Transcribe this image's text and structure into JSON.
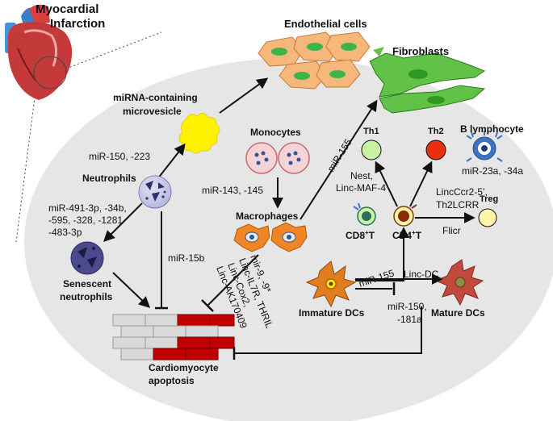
{
  "labels": {
    "title_line1": "Myocardial",
    "title_line2": "Infarction",
    "endothelial": "Endothelial cells",
    "fibroblasts": "Fibroblasts",
    "microvesicle_line1": "miRNA-containing",
    "microvesicle_line2": "microvesicle",
    "mir150_223": "miR-150, -223",
    "monocytes": "Monocytes",
    "mir143_145": "miR-143, -145",
    "mir155_top": "miR-155",
    "th1": "Th1",
    "th2": "Th2",
    "b_lymphocyte": "B lymphocyte",
    "mir23a_34a": "miR-23a, -34a",
    "neutrophils": "Neutrophils",
    "mir491_line1": "miR-491-3p, -34b,",
    "mir491_line2": "-595, -328, -1281",
    "mir491_line3": "-483-3p",
    "macrophages": "Macrophages",
    "nest_line1": "Nest,",
    "nest_line2": "Linc-MAF-4",
    "lincccr2_line1": "LincCcr2-5’,",
    "lincccr2_line2": "Th2LCRR",
    "treg": "Treg",
    "cd8_main": "CD8",
    "cd8_sup": "+",
    "cd8_end": "T",
    "cd4_main": "CD4",
    "cd4_sup": "+",
    "cd4_end": "T",
    "flicr": "Flicr",
    "mir15b": "miR-15b",
    "senescent_line1": "Senescent",
    "senescent_line2": "neutrophils",
    "rot_line1": "mir-9, -9*",
    "rot_line2": "Linc-IL7R, THRIL",
    "rot_line3": "Linc-Cox2,",
    "rot_line4": "Linc-AK170409",
    "mir155_dc": "miR-155",
    "linc_dc": "Linc-DC",
    "immature_dcs": "Immature DCs",
    "mature_dcs": "Mature DCs",
    "mir150_181a_line1": "miR-150,",
    "mir150_181a_line2": "-181a",
    "cardio_line1": "Cardiomyocyte",
    "cardio_line2": "apoptosis"
  },
  "colors": {
    "ellipse": "#e6e6e6",
    "endothelial_fill": "#f6b77a",
    "endothelial_nucleus": "#3bb54a",
    "fibroblast_fill": "#62c247",
    "microvesicle": "#fff200",
    "monocyte_fill": "#f6d3d6",
    "monocyte_nucleus": "#2e5597",
    "neutrophil_fill": "#b4b7dd",
    "neutrophil_dots": "#2f2d6e",
    "senescent_fill": "#4a4a8c",
    "macrophage_fill": "#f08524",
    "th1_fill": "#c9f2a2",
    "th2_fill": "#e8300f",
    "treg_fill": "#fff4a8",
    "bcell_fill": "#3d74c2",
    "dc_fill": "#e07d1e",
    "mature_dc_fill": "#c14a3e",
    "brick_gray": "#d9d9d9",
    "brick_red": "#c00000"
  }
}
